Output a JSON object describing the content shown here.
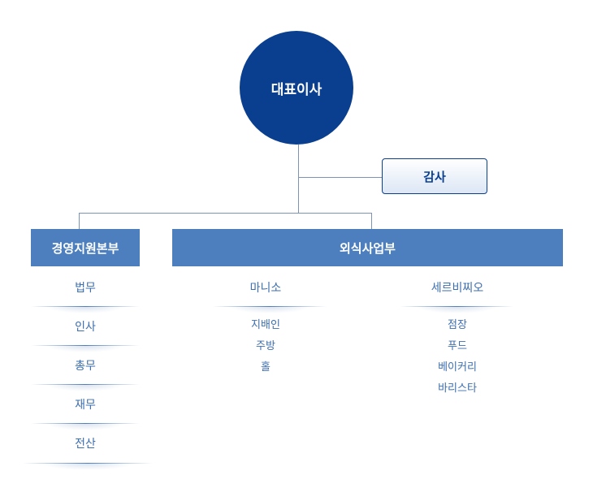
{
  "ceo": "대표이사",
  "audit": "감사",
  "left_dept": {
    "title": "경영지원본부",
    "items": [
      "법무",
      "인사",
      "총무",
      "재무",
      "전산"
    ]
  },
  "right_dept": {
    "title": "외식사업부",
    "groups": [
      {
        "name": "마니소",
        "items": [
          "지배인",
          "주방",
          "홀"
        ]
      },
      {
        "name": "세르비찌오",
        "items": [
          "점장",
          "푸드",
          "베이커리",
          "바리스타"
        ]
      }
    ]
  },
  "colors": {
    "ceo": "#0a3f8f",
    "dept": "#4d7fbf",
    "text": "#3d6eae",
    "line": "#7a93b7"
  }
}
